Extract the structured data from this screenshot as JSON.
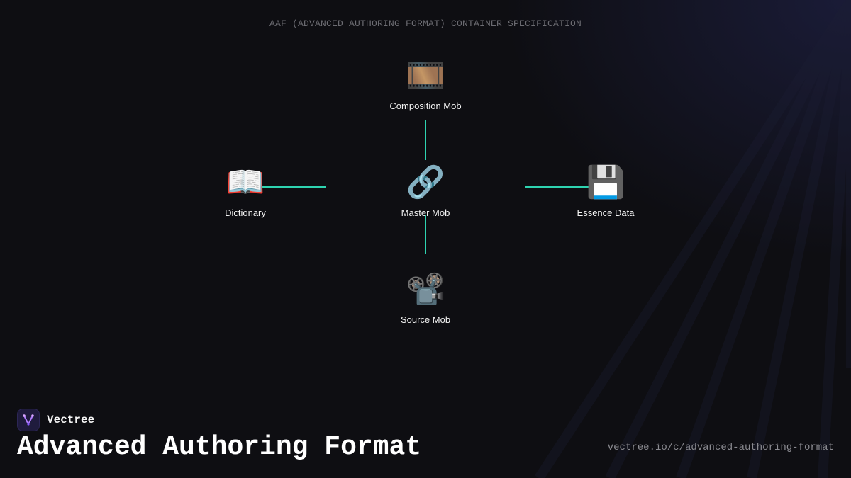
{
  "header": {
    "caption": "AAF (ADVANCED AUTHORING FORMAT) CONTAINER SPECIFICATION"
  },
  "diagram": {
    "accent_color": "#2ed3b0",
    "nodes": {
      "composition_mob": {
        "label": "Composition Mob",
        "icon": "🎞️",
        "icon_name": "film-frames-icon"
      },
      "dictionary": {
        "label": "Dictionary",
        "icon": "📖",
        "icon_name": "open-book-icon"
      },
      "master_mob": {
        "label": "Master Mob",
        "icon": "🔗",
        "icon_name": "link-icon"
      },
      "essence_data": {
        "label": "Essence Data",
        "icon": "💾",
        "icon_name": "floppy-disk-icon"
      },
      "source_mob": {
        "label": "Source Mob",
        "icon": "📽️",
        "icon_name": "film-projector-icon"
      }
    }
  },
  "footer": {
    "brand_name": "Vectree",
    "brand_icon": "vectree-logo-icon",
    "title": "Advanced Authoring Format",
    "url": "vectree.io/c/advanced-authoring-format"
  }
}
